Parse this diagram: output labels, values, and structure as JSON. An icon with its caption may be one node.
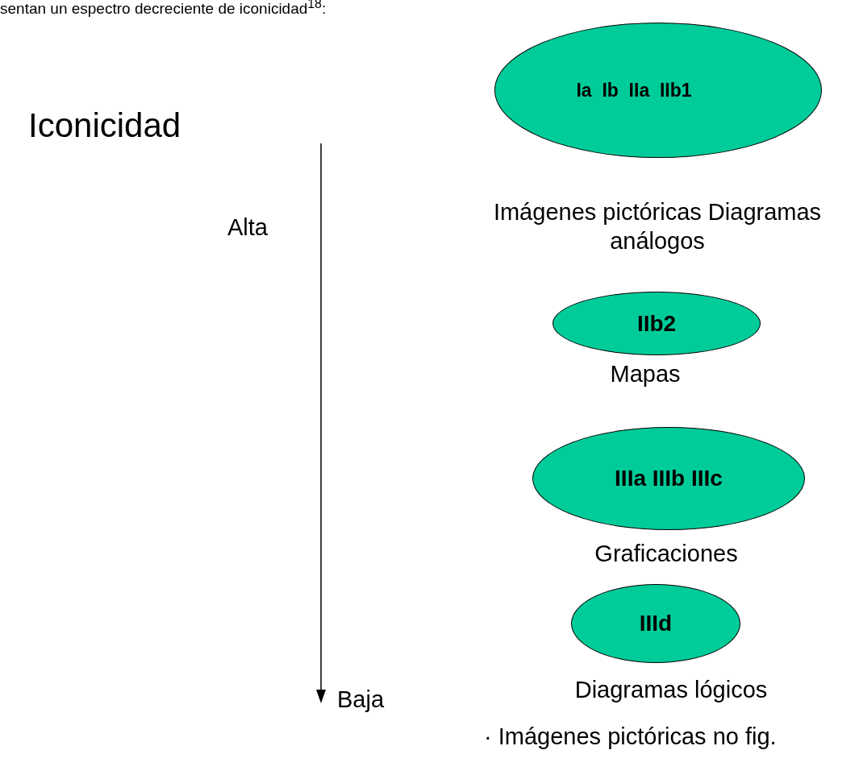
{
  "diagram": {
    "title": "Iconicidad",
    "nodes": [
      {
        "text": [
          "Ia  Ib  IIa  IIb1"
        ],
        "beside": [
          "Imágenes pictóricas Diagramas análogos"
        ]
      },
      {
        "text": [
          "IIb2"
        ],
        "beside": [
          "Mapas"
        ]
      },
      {
        "text": [
          "IIIa IIIb IIIc"
        ],
        "beside": [
          "Graficaciones"
        ]
      },
      {
        "text": [
          "IIId"
        ],
        "beside": [
          "Diagramas lógicos"
        ]
      }
    ],
    "edges": [],
    "labels": [
      "sentan un espectro decreciente de  iconicidad$^{18}$:",
      "Alta",
      "Baja",
      "· Imágenes pictóricas no fig."
    ]
  }
}
